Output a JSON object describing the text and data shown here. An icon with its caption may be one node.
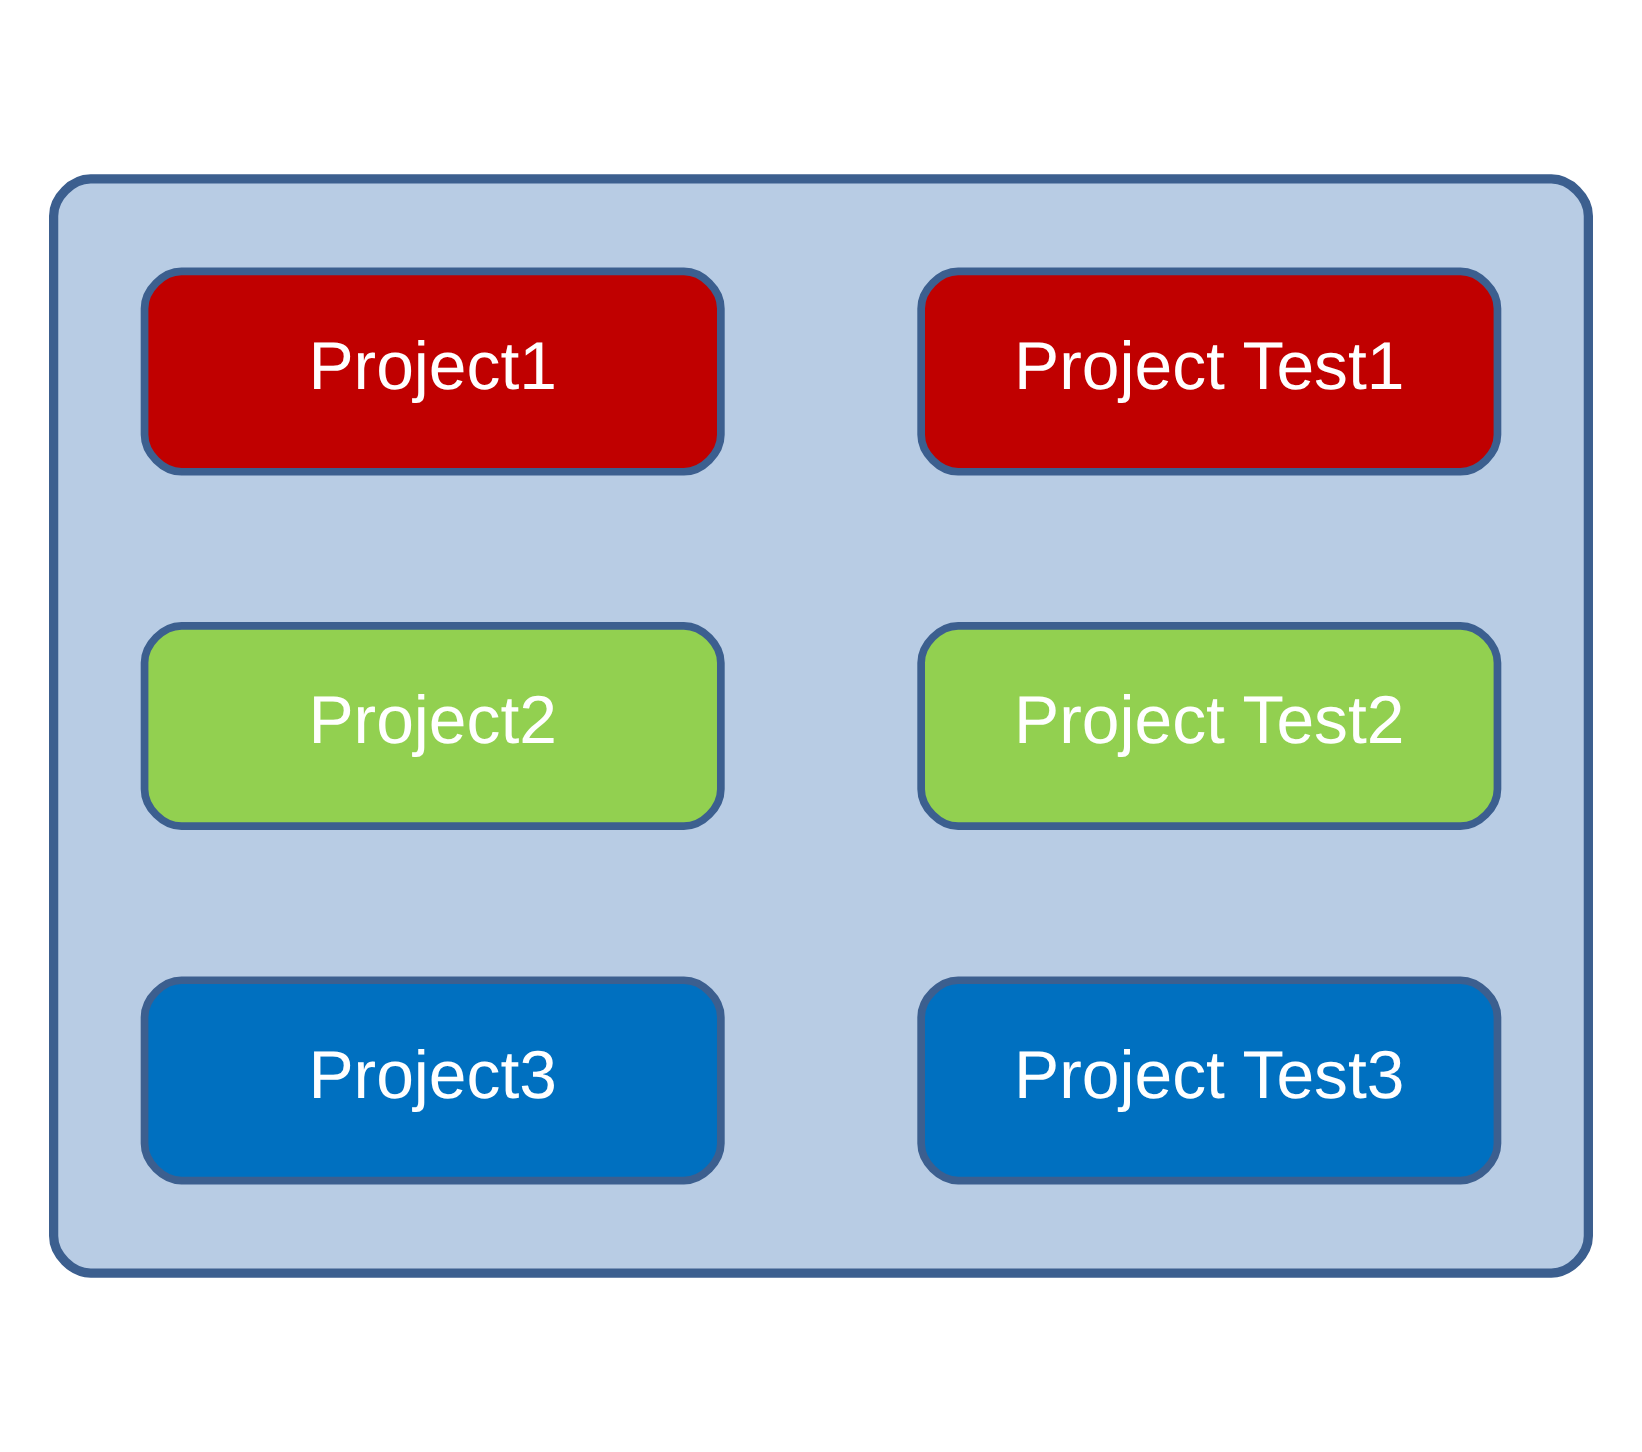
{
  "diagram": {
    "nodes": [
      {
        "text": [],
        "shape": "box"
      },
      {
        "text": [
          "Project Test1"
        ],
        "in": 0
      },
      {
        "text": [
          "Project1"
        ],
        "in": 0
      },
      {
        "text": [
          "Project Test2"
        ],
        "in": 0
      },
      {
        "text": [
          "Project2"
        ],
        "in": 0
      },
      {
        "text": [
          "Project Test3"
        ],
        "in": 0
      },
      {
        "text": [
          "Project3"
        ],
        "in": 0
      }
    ],
    "edges": []
  }
}
